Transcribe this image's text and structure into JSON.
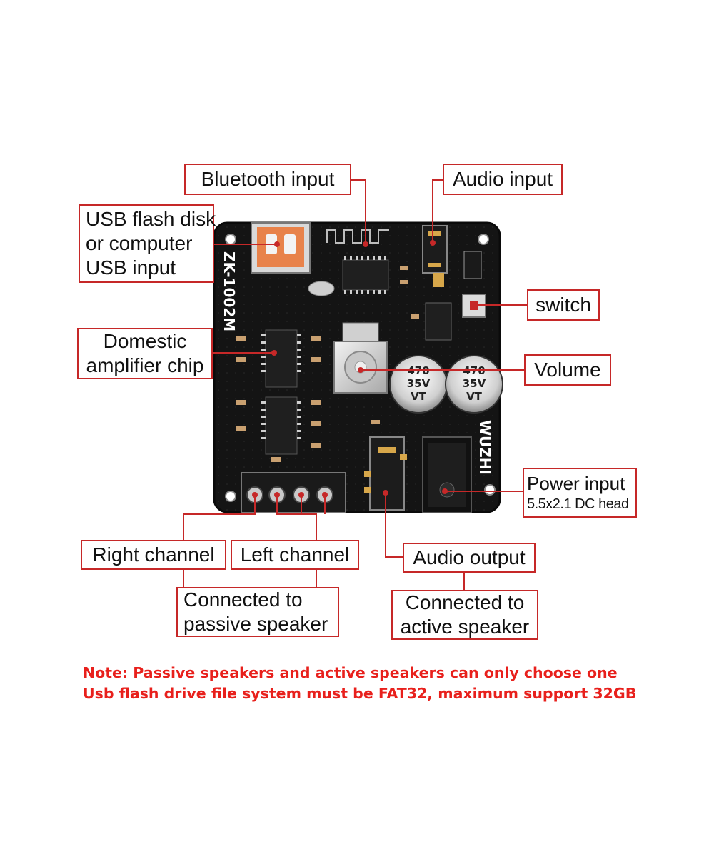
{
  "board": {
    "model_label": "ZK-1002M",
    "brand_label": "WUZHI",
    "capacitor_text": [
      "470",
      "35V",
      "VT"
    ]
  },
  "callouts": {
    "bluetooth": "Bluetooth input",
    "audio_input": "Audio input",
    "usb": [
      "USB flash disk",
      "or computer",
      "USB input"
    ],
    "switch": "switch",
    "amp_chip": [
      "Domestic",
      "amplifier chip"
    ],
    "volume": "Volume",
    "power": [
      "Power input",
      "5.5x2.1 DC head"
    ],
    "right_channel": "Right channel",
    "left_channel": "Left channel",
    "audio_output": "Audio output",
    "passive": [
      "Connected to",
      "passive speaker"
    ],
    "active": [
      "Connected to",
      "active speaker"
    ]
  },
  "notes": [
    "Note: Passive speakers and active speakers can only choose one",
    "Usb flash drive file system must be FAT32, maximum support 32GB"
  ],
  "colors": {
    "callout_border": "#c62828",
    "leader_line": "#c62828",
    "note_text": "#e8201c",
    "pcb": "#141414"
  }
}
